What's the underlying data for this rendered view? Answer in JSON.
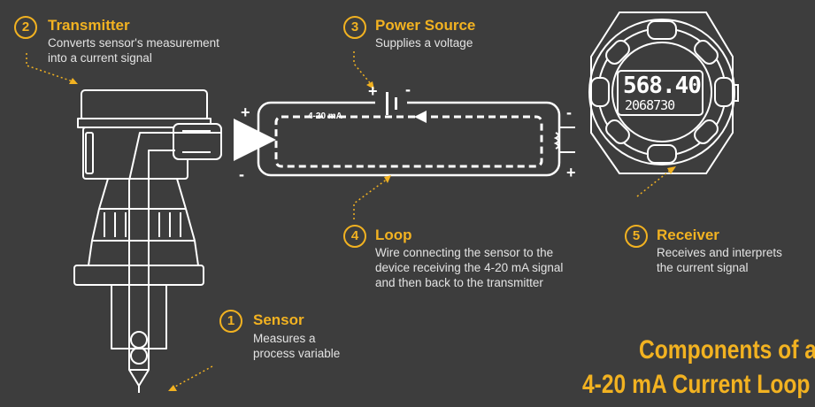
{
  "callouts": {
    "transmitter": {
      "number": "2",
      "title": "Transmitter",
      "lines": [
        "Converts sensor's measurement",
        "into a current signal"
      ]
    },
    "power_source": {
      "number": "3",
      "title": "Power Source",
      "lines": [
        "Supplies a voltage"
      ]
    },
    "loop": {
      "number": "4",
      "title": "Loop",
      "lines": [
        "Wire connecting the sensor to the",
        "device receiving the 4-20 mA signal",
        "and then back to the transmitter"
      ]
    },
    "receiver": {
      "number": "5",
      "title": "Receiver",
      "lines": [
        "Receives and interprets",
        "the current signal"
      ]
    },
    "sensor": {
      "number": "1",
      "title": "Sensor",
      "lines": [
        "Measures a",
        "process variable"
      ]
    }
  },
  "signs": {
    "plus": "+",
    "minus": "-"
  },
  "loop_label": "4-20 mA",
  "display": {
    "primary": "568.40",
    "secondary": "2068730"
  },
  "headline": {
    "line1": "Components of a",
    "line2": "4-20 mA Current Loop"
  },
  "colors": {
    "background": "#3d3d3d",
    "accent": "#f2b221",
    "line": "#ffffff"
  }
}
